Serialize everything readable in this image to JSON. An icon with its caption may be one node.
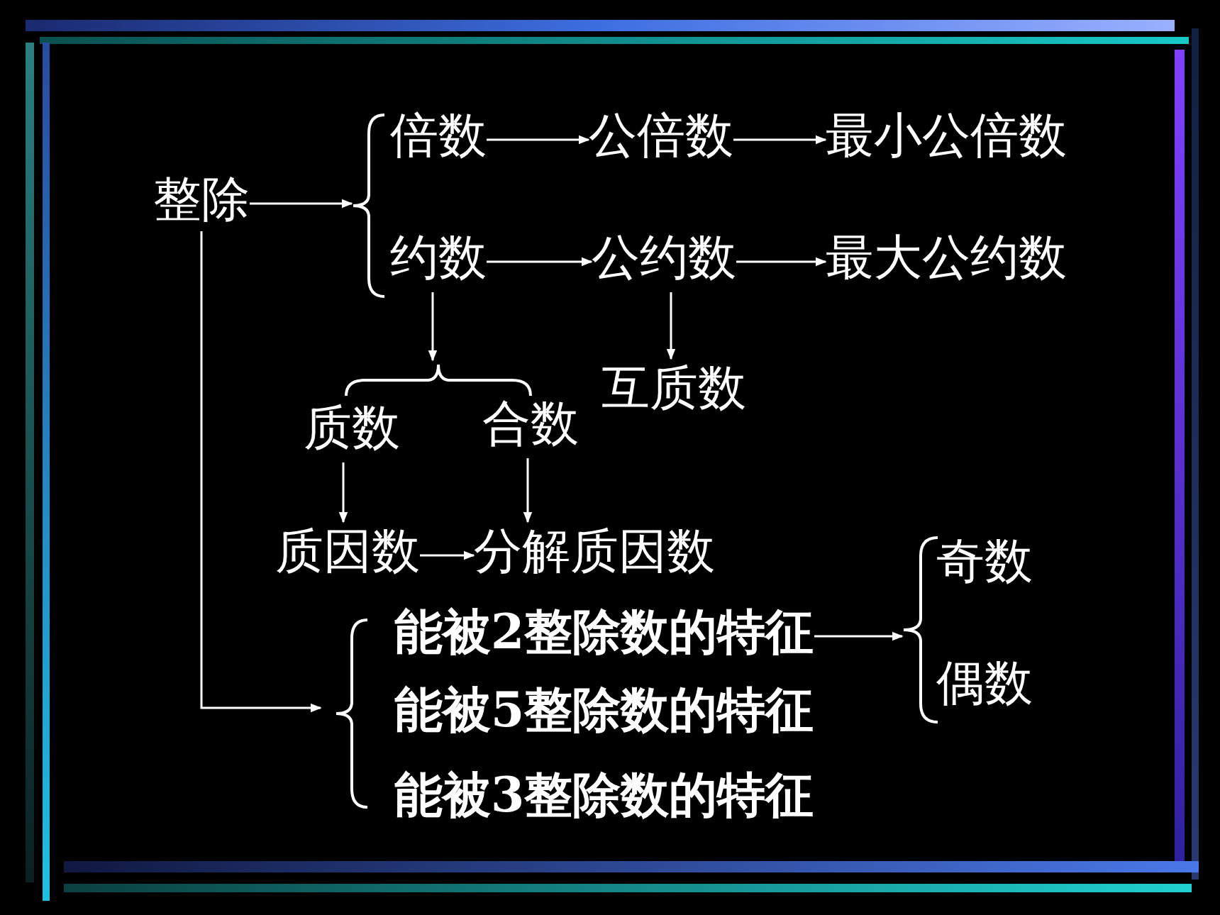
{
  "diagram": {
    "nodes": [
      {
        "text": [
          "整除"
        ]
      },
      {
        "text": [],
        "shape": "brace"
      },
      {
        "text": [
          "倍数"
        ]
      },
      {
        "text": [
          "公倍数"
        ]
      },
      {
        "text": [
          "最小公倍数"
        ]
      },
      {
        "text": [
          "约数"
        ]
      },
      {
        "text": [
          "公约数"
        ]
      },
      {
        "text": [
          "最大公约数"
        ]
      },
      {
        "text": [],
        "shape": "brace"
      },
      {
        "text": [
          "质数"
        ]
      },
      {
        "text": [
          "合数"
        ]
      },
      {
        "text": [
          "互质数"
        ]
      },
      {
        "text": [
          "质因数"
        ]
      },
      {
        "text": [
          "分解质因数"
        ]
      },
      {
        "text": [],
        "shape": "brace"
      },
      {
        "text": [
          "能被2整除数的特征"
        ]
      },
      {
        "text": [
          "能被5整除数的特征"
        ]
      },
      {
        "text": [
          "能被3整除数的特征"
        ]
      },
      {
        "text": [],
        "shape": "brace"
      },
      {
        "text": [
          "奇数"
        ]
      },
      {
        "text": [
          "偶数"
        ]
      }
    ],
    "edges": [
      {
        "from": 0,
        "to": 1,
        "arrow": "to"
      },
      {
        "from": 2,
        "to": 3,
        "arrow": "to"
      },
      {
        "from": 3,
        "to": 4,
        "arrow": "to"
      },
      {
        "from": 5,
        "to": 6,
        "arrow": "to"
      },
      {
        "from": 6,
        "to": 7,
        "arrow": "to"
      },
      {
        "from": 5,
        "to": 8,
        "arrow": "to"
      },
      {
        "from": 6,
        "to": 11,
        "arrow": "to"
      },
      {
        "from": 9,
        "to": 12,
        "arrow": "to"
      },
      {
        "from": 10,
        "to": 13,
        "arrow": "to"
      },
      {
        "from": 12,
        "to": 13,
        "arrow": "to"
      },
      {
        "from": 0,
        "to": 14,
        "arrow": "to"
      },
      {
        "from": 15,
        "to": 18,
        "arrow": "to"
      }
    ]
  }
}
